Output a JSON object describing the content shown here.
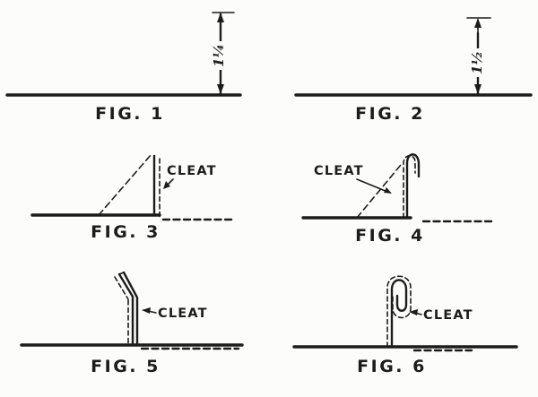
{
  "page": {
    "background_color": "#fcfcfa",
    "ink_color": "#1c1c1c"
  },
  "figures": [
    {
      "caption": "FIG. 1",
      "dimension_label": "1¼"
    },
    {
      "caption": "FIG. 2",
      "dimension_label": "1½"
    },
    {
      "caption": "FIG. 3",
      "annotation": "CLEAT"
    },
    {
      "caption": "FIG. 4",
      "annotation": "CLEAT"
    },
    {
      "caption": "FIG. 5",
      "annotation": "CLEAT"
    },
    {
      "caption": "FIG. 6",
      "annotation": "CLEAT"
    }
  ]
}
